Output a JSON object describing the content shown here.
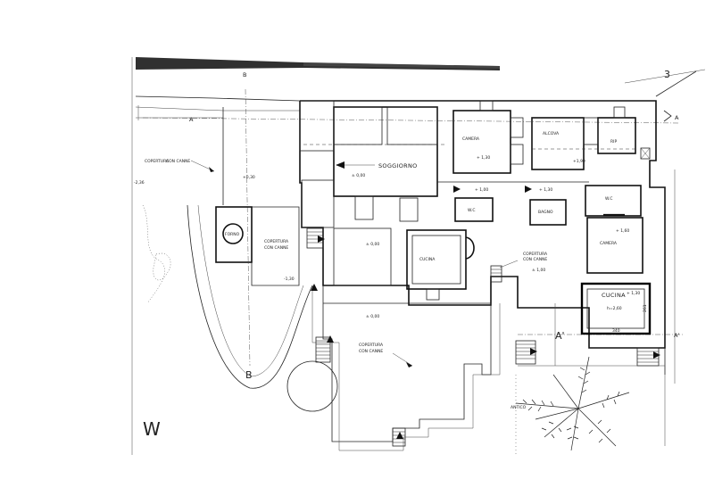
{
  "sheet": {
    "number": "3",
    "corner_mark": "W"
  },
  "section_marks": {
    "b_top": "B",
    "b_bottom": "B",
    "a_left": "A",
    "a_right": "A",
    "a_prime_left": "A'",
    "a_prime_right": "A'"
  },
  "rooms": {
    "soggiorno": "SOGGIORNO",
    "camera_top": "CAMERA",
    "alcova": "ALCOVA",
    "rip": "RIP",
    "wc_mid": "W.C",
    "bagno": "BAGNO",
    "wc_right": "W.C",
    "camera_right": "CAMERA",
    "cucina_mid": "CUCINA",
    "cucina_right": "CUCINA",
    "forno": "FORNO"
  },
  "levels": {
    "soggiorno": "± 0,00",
    "camera_top": "+ 1,30",
    "alcova": "+1,90",
    "corridor_1": "+ 1,00",
    "corridor_2": "+ 1,30",
    "left_yard": "+0,30",
    "left_outside": "-2,36",
    "court_mid": "± 0,00",
    "forno_area": "-1,30",
    "lower_court": "± 0,00",
    "right_court": "± 1,00",
    "camera_right": "+ 1,60",
    "cucina_right": "+ 1,30",
    "cucina_height": "h=2,60"
  },
  "notes": {
    "copertura_left_1": "COPERTURA",
    "copertura_left_2": "CON CANNE",
    "copertura_forno_1": "COPERTURA",
    "copertura_forno_2": "CON CANNE",
    "copertura_lower_1": "COPERTURA",
    "copertura_lower_2": "CON CANNE",
    "copertura_right_1": "COPERTURA",
    "copertura_right_2": "CON CANNE",
    "albero": "ANTICO",
    "dim_width": "340",
    "dim_height": "261"
  }
}
